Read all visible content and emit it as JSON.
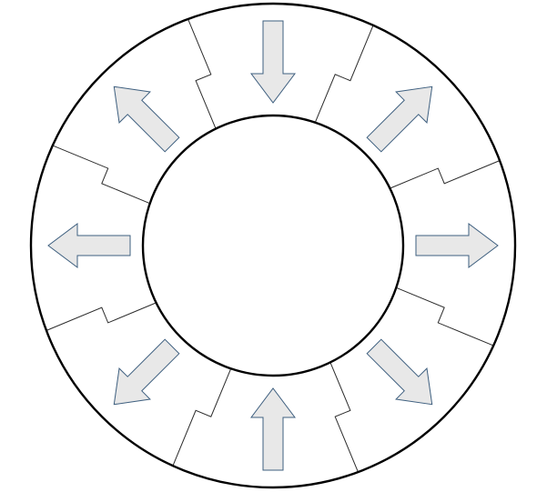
{
  "colors": {
    "background": "#ffffff",
    "ring_stroke": "#000000",
    "segment_stroke": "#2b2b2b",
    "arrow_fill": "#e8e8e8",
    "arrow_stroke": "#3e5f7f"
  },
  "ring": {
    "segment_count": 8
  },
  "arrows": [
    {
      "name": "arrow-top",
      "direction": "inward"
    },
    {
      "name": "arrow-top-right",
      "direction": "outward"
    },
    {
      "name": "arrow-right",
      "direction": "outward"
    },
    {
      "name": "arrow-bottom-right",
      "direction": "outward"
    },
    {
      "name": "arrow-bottom",
      "direction": "inward"
    },
    {
      "name": "arrow-bottom-left",
      "direction": "outward"
    },
    {
      "name": "arrow-left",
      "direction": "outward"
    },
    {
      "name": "arrow-top-left",
      "direction": "outward"
    }
  ]
}
